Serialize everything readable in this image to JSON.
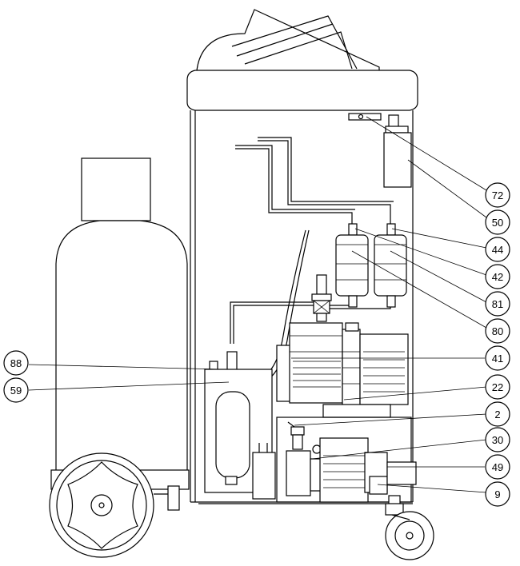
{
  "callouts": [
    {
      "id": "c72",
      "label": "72"
    },
    {
      "id": "c50",
      "label": "50"
    },
    {
      "id": "c44",
      "label": "44"
    },
    {
      "id": "c42",
      "label": "42"
    },
    {
      "id": "c81",
      "label": "81"
    },
    {
      "id": "c80",
      "label": "80"
    },
    {
      "id": "c41",
      "label": "41"
    },
    {
      "id": "c22",
      "label": "22"
    },
    {
      "id": "c2",
      "label": "2"
    },
    {
      "id": "c30",
      "label": "30"
    },
    {
      "id": "c49",
      "label": "49"
    },
    {
      "id": "c9",
      "label": "9"
    },
    {
      "id": "c88",
      "label": "88"
    },
    {
      "id": "c59",
      "label": "59"
    }
  ]
}
